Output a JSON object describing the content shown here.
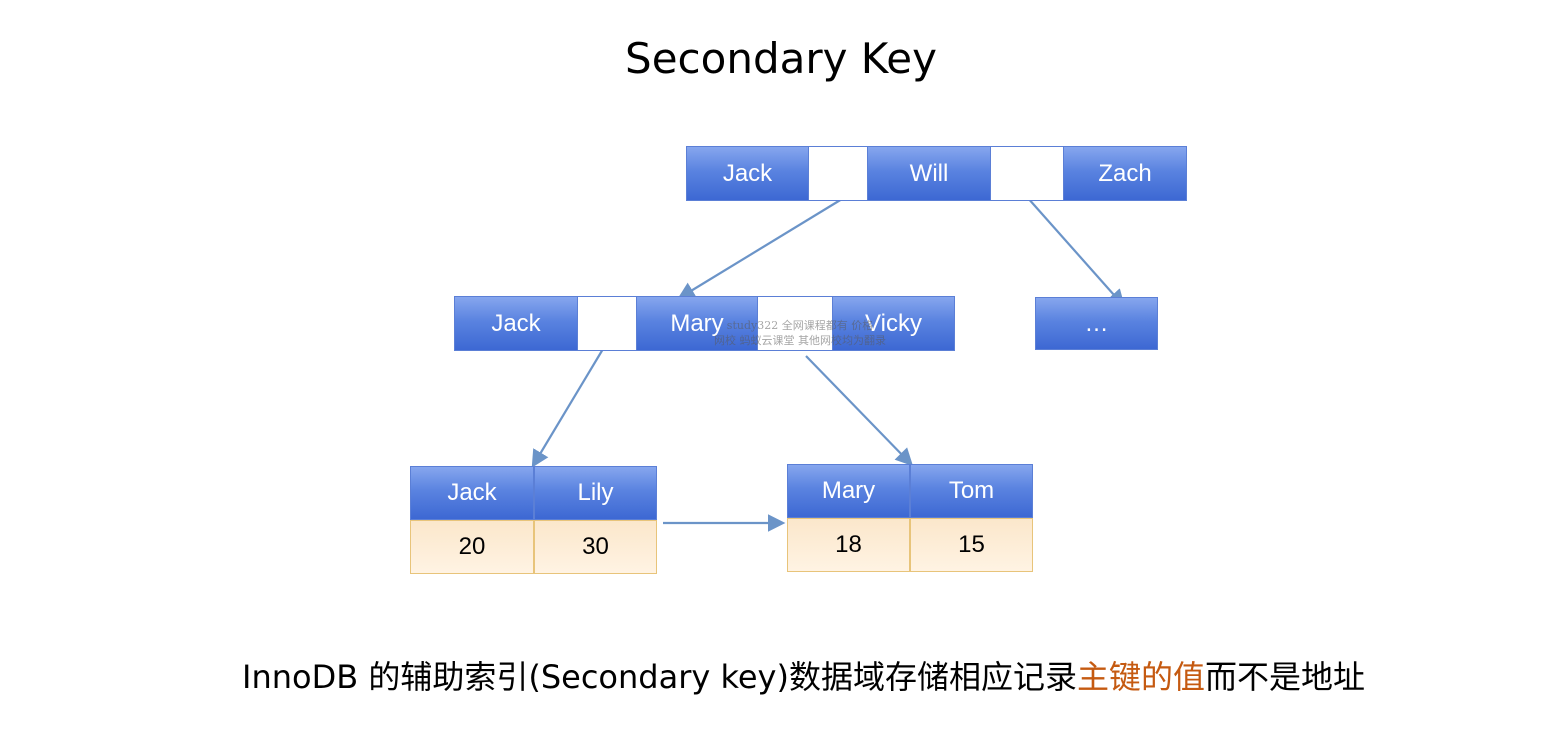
{
  "title": "Secondary Key",
  "root": {
    "keys": [
      "Jack",
      "Will",
      "Zach"
    ]
  },
  "level2": {
    "keys": [
      "Jack",
      "Mary",
      "Vicky"
    ],
    "other": "…"
  },
  "leaves": [
    {
      "keys": [
        "Jack",
        "Lily"
      ],
      "values": [
        "20",
        "30"
      ]
    },
    {
      "keys": [
        "Mary",
        "Tom"
      ],
      "values": [
        "18",
        "15"
      ]
    }
  ],
  "watermark": {
    "line1": "study322 全网课程都有 价格",
    "line2": "网校 蚂蚁云课堂 其他网校均为翻录"
  },
  "caption": {
    "prefix": "InnoDB 的辅助索引(Secondary key)数据域存储相应记录",
    "highlight": "主键的值",
    "suffix": "而不是地址"
  },
  "colors": {
    "key_fill": "#4a74da",
    "value_fill": "#fdebd3",
    "arrow": "#6b94c8",
    "highlight": "#c55a11"
  }
}
